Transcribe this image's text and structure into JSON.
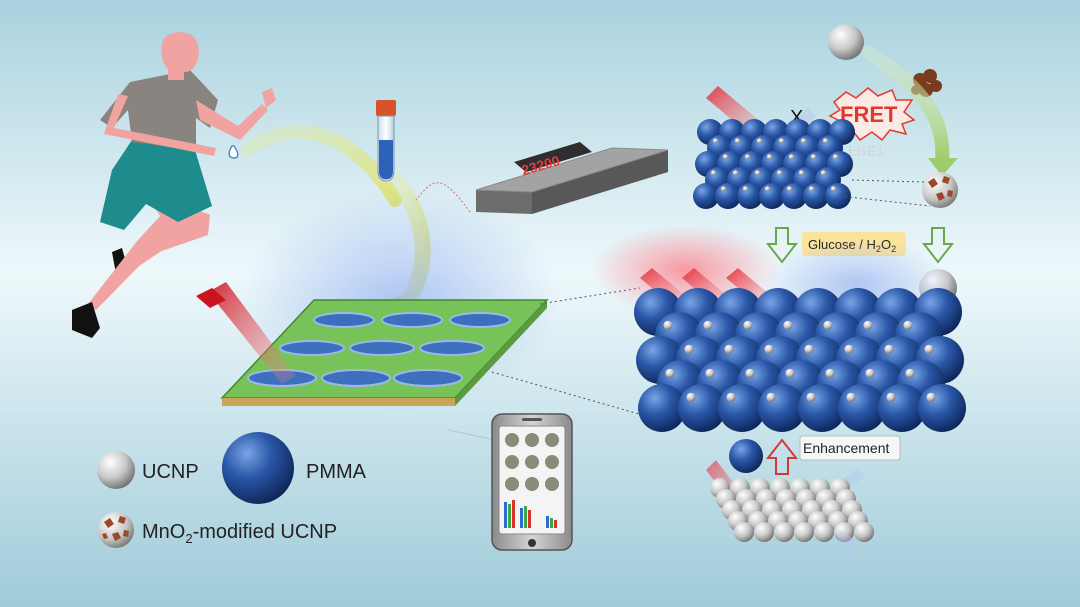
{
  "display": {
    "reading": "23200"
  },
  "labels": {
    "fret": "FRET",
    "x_mark": "X",
    "glucose": "Glucose / H",
    "glucose_sub": "2",
    "glucose_tail": "O",
    "glucose_sub2": "2",
    "enhancement": "Enhancement"
  },
  "legend": {
    "ucnp": "UCNP",
    "pmma": "PMMA",
    "mno2_prefix": "MnO",
    "mno2_sub": "2",
    "mno2_suffix": "-modified UCNP"
  },
  "colors": {
    "pmma": "#1f4a94",
    "ucnp": "#d9d9d9",
    "chip_green": "#6fbf4a",
    "laser_red": "#e0202a",
    "fret_red": "#e23a2a",
    "glucose_bg": "#fbe39a",
    "arrow_green": "#6aa84f"
  }
}
